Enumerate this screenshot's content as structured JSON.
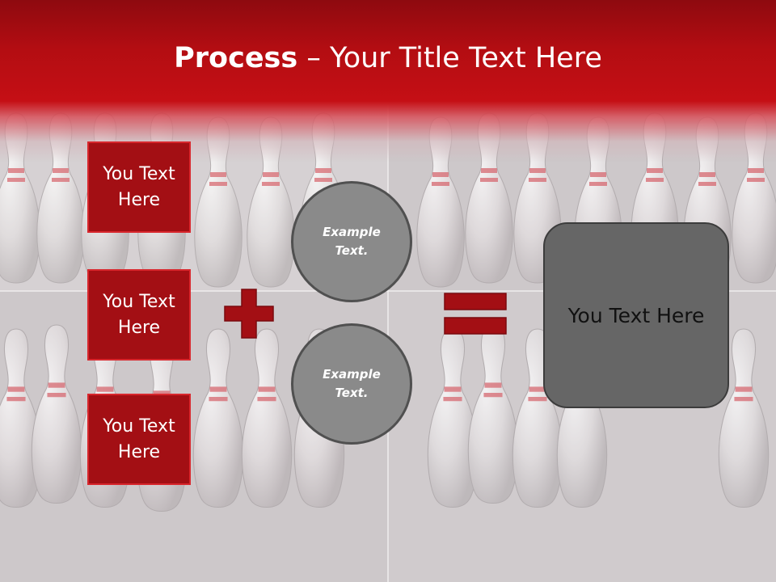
{
  "title": {
    "bold": "Process",
    "rest": " – Your Title Text Here"
  },
  "left_boxes": [
    "You Text Here",
    "You Text Here",
    "You Text Here"
  ],
  "circles": [
    "Example Text.",
    "Example Text."
  ],
  "result_box": "You Text Here",
  "colors": {
    "header_red": "#c50f15",
    "box_red": "#a30f14",
    "circle_gray": "#8a8a8a",
    "result_gray": "#666666"
  },
  "icons": [
    "plus-icon",
    "equals-icon"
  ]
}
